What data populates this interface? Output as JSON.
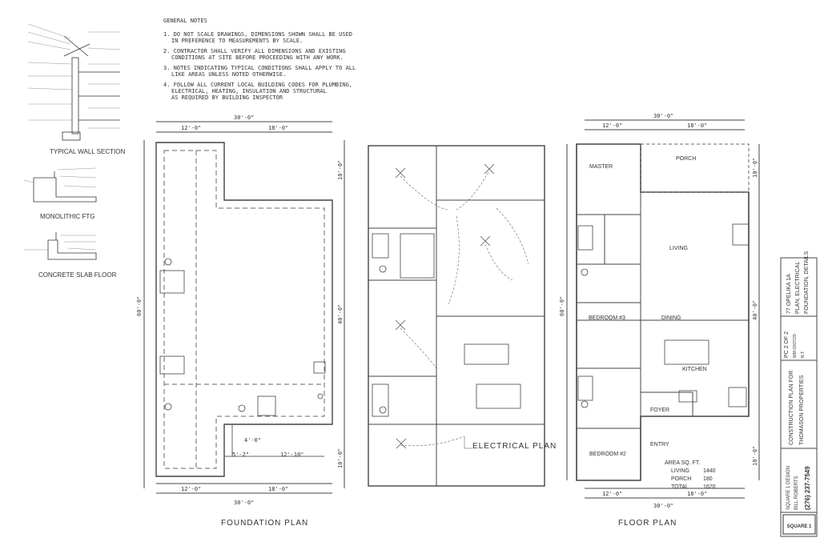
{
  "general_notes": {
    "heading": "GENERAL NOTES",
    "lines": [
      "1. DO NOT SCALE DRAWINGS, DIMENSIONS SHOWN SHALL BE USED",
      "IN PREFERENCE TO MEASUREMENTS BY SCALE.",
      "2. CONTRACTOR SHALL VERIFY ALL DIMENSIONS AND EXISTING",
      "CONDITIONS AT SITE BEFORE PROCEEDING WITH ANY WORK.",
      "3. NOTES INDICATING TYPICAL CONDITIONS SHALL APPLY TO ALL",
      "LIKE AREAS UNLESS NOTED OTHERWISE.",
      "4. FOLLOW ALL CURRENT LOCAL BUILDING CODES FOR PLUMBING,",
      "ELECTRICAL, HEATING, INSULATION AND STRUCTURAL",
      "AS REQUIRED BY BUILDING INSPECTOR"
    ]
  },
  "details": {
    "wall_section": "TYPICAL WALL SECTION",
    "monolithic": "MONOLITHIC FTG",
    "slab": "CONCRETE SLAB FLOOR"
  },
  "foundation": {
    "title": "FOUNDATION PLAN",
    "dims": [
      "30'-0\"",
      "12'-0\"",
      "18'-0\"",
      "60'-0\"",
      "10'-0\"",
      "40'-0\"",
      "10'-0\"",
      "5'-2\"",
      "12'-10\"",
      "4'-0\"",
      "12'-0\"",
      "18'-0\"",
      "30'-0\""
    ]
  },
  "electrical": {
    "title": "ELECTRICAL PLAN"
  },
  "floor_plan": {
    "title": "FLOOR PLAN",
    "rooms": [
      "MASTER",
      "PORCH",
      "LIVING",
      "BEDROOM #3",
      "DINING",
      "KITCHEN",
      "FOYER",
      "ENTRY",
      "BEDROOM #2"
    ],
    "dims": [
      "30'-0\"",
      "12'-0\"",
      "18'-0\"",
      "60'-0\"",
      "10'-0\"",
      "40'-0\"",
      "10'-0\"",
      "12'-0\"",
      "18'-0\"",
      "30'-0\""
    ],
    "area": {
      "heading": "AREA   SQ. FT.",
      "rows": [
        {
          "label": "LIVING",
          "value": "1440"
        },
        {
          "label": "PORCH",
          "value": "180"
        },
        {
          "label": "TOTAL",
          "value": "1620"
        }
      ]
    }
  },
  "title_block": {
    "sheet": "PC 2 OF 2",
    "project": "77 OPELIKA 1A",
    "date": "WM 03/27/25",
    "scale": "N.T.",
    "desc_1": "PLAN, ELECTRICAL",
    "desc_2": "FOUNDATION, DETAILS",
    "construction_1": "CONSTRUCTION PLAN FOR",
    "construction_2": "THOMASON PROPERTIES",
    "firm_1": "SQUARE 1 DESIGN",
    "firm_2": "BILL ROBERTS",
    "phone": "(276) 237-7549",
    "logo": "SQUARE 1"
  }
}
